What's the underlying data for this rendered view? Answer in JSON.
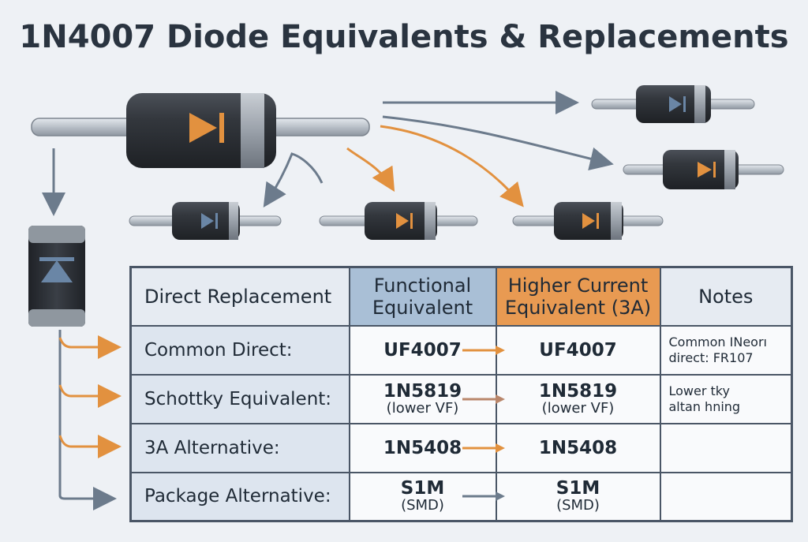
{
  "title": "1N4007 Diode Equivalents & Replacements",
  "colors": {
    "diode_body": "#2e3238",
    "lead": "#b8bec6",
    "accent_orange": "#e2913f",
    "accent_blue": "#6a86a6",
    "arrow_gray": "#6c7b8c",
    "table_border": "#4a5666"
  },
  "table": {
    "headers": {
      "direct": "Direct Replacement",
      "functional_line1": "Functional",
      "functional_line2": "Equivalent",
      "higher_line1": "Higher Current",
      "higher_line2": "Equivalent (3A)",
      "notes": "Notes"
    },
    "rows": [
      {
        "label": "Common Direct:",
        "functional": "UF4007",
        "functional_sub": "",
        "higher": "UF4007",
        "higher_sub": "",
        "notes_line1": "Common INeorı",
        "notes_line2": "direct: FR107"
      },
      {
        "label": "Schottky Equivalent:",
        "functional": "1N5819",
        "functional_sub": "(lower VF)",
        "higher": "1N5819",
        "higher_sub": "(lower VF)",
        "notes_line1": "Lower tky",
        "notes_line2": "altan hning"
      },
      {
        "label": "3A Alternative:",
        "functional": "1N5408",
        "functional_sub": "",
        "higher": "1N5408",
        "higher_sub": "",
        "notes_line1": "",
        "notes_line2": ""
      },
      {
        "label": "Package Alternative:",
        "functional": "S1M",
        "functional_sub": "(SMD)",
        "higher": "S1M",
        "higher_sub": "(SMD)",
        "notes_line1": "",
        "notes_line2": ""
      }
    ]
  }
}
